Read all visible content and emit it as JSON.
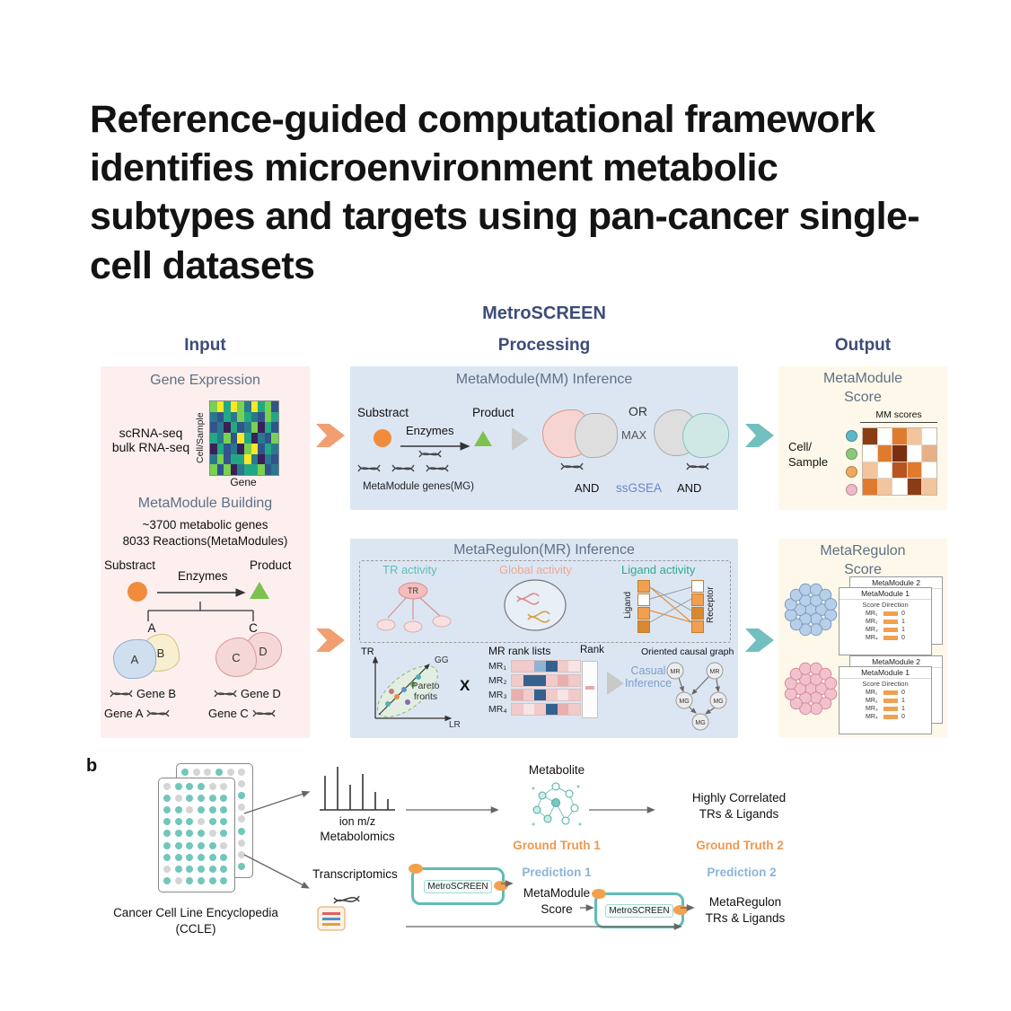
{
  "title": "Reference-guided computational framework\nidentifies microenvironment metabolic\nsubtypes and targets using pan-cancer single-\ncell datasets",
  "header": {
    "framework": "MetroSCREEN",
    "col_input": "Input",
    "col_processing": "Processing",
    "col_output": "Output"
  },
  "colors": {
    "navy": "#3d4c78",
    "panel_title": "#5e7086",
    "input_bg": "#fcefee",
    "processing_bg": "#dce6f3",
    "output_bg": "#fdf8e9",
    "arrow_orange": "#f19f72",
    "arrow_teal": "#72bfbf",
    "tr_activity": "#5fbdb5",
    "global_activity": "#f0a88c",
    "ligand_activity": "#2fa98c",
    "ssgsea_blue": "#6b86c8",
    "causal_blue": "#7ca0c8",
    "ground_truth_orange": "#f0974e",
    "prediction_blue": "#8cb4d8",
    "metroscreen_teal": "#5fbdb5",
    "well_teal": "#72c6ba",
    "well_gray": "#d5d5d5"
  },
  "input": {
    "gene_expression_title": "Gene Expression",
    "heatmap_y_label": "Cell/Sample",
    "heatmap_x_label": "Gene",
    "data_sources": "scRNA-seq\nbulk RNA-seq",
    "building_title": "MetaModule Building",
    "stat_genes": "~3700 metabolic genes",
    "stat_reactions": "8033 Reactions(MetaModules)",
    "substrate_label": "Substract",
    "enzymes_label": "Enzymes",
    "product_label": "Product",
    "branch_a": "A",
    "branch_c": "C",
    "blob_a": "A",
    "blob_b": "B",
    "blob_c": "C",
    "blob_d": "D",
    "gene_a": "Gene A",
    "gene_b": "Gene B",
    "gene_c": "Gene C",
    "gene_d": "Gene D",
    "heatmap": {
      "palette": [
        "#3b1f57",
        "#31548c",
        "#2a788e",
        "#22a884",
        "#7ad151",
        "#fde725"
      ],
      "rows": [
        "4535425341",
        "2132432143",
        "1203124031",
        "3241530214",
        "0312045132",
        "2413352021",
        "4140233412"
      ]
    }
  },
  "mm": {
    "title": "MetaModule(MM) Inference",
    "substrate_label": "Substract",
    "product_label": "Product",
    "enzymes_label": "Enzymes",
    "mg_label": "MetaModule genes(MG)",
    "or_label": "OR",
    "max_label": "MAX",
    "and_left": "AND",
    "ssgsea_label": "ssGSEA",
    "and_right": "AND"
  },
  "mr": {
    "title": "MetaRegulon(MR) Inference",
    "tr_activity": "TR activity",
    "global_activity": "Global activity",
    "ligand_activity": "Ligand activity",
    "tr_node": "TR",
    "ligand_label": "Ligand",
    "receptor_label": "Receptor",
    "axis_tr": "TR",
    "axis_gg": "GG",
    "axis_lr": "LR",
    "pareto_label": "Pareto\nfronts",
    "multiply": "X",
    "rank_lists_title": "MR rank lists",
    "rank_labels": [
      "MR₁",
      "MR₂",
      "MR₃",
      "MR₄"
    ],
    "rank_bars": [
      [
        "#f1caca",
        "#f1caca",
        "#8fb3d4",
        "#35618f",
        "#f1caca",
        "#f7e4e4"
      ],
      [
        "#f1caca",
        "#35618f",
        "#35618f",
        "#f1caca",
        "#e8afaf",
        "#f1caca"
      ],
      [
        "#e8afaf",
        "#f1caca",
        "#35618f",
        "#f1caca",
        "#f7e4e4",
        "#f1caca"
      ],
      [
        "#f1caca",
        "#f7e4e4",
        "#f1caca",
        "#35618f",
        "#e8afaf",
        "#f1caca"
      ]
    ],
    "rank_col_label": "Rank",
    "causal_label": "Casual\nInference",
    "graph_title": "Oriented causal graph",
    "graph_nodes": [
      "MR",
      "MR",
      "MG",
      "MG",
      "MG"
    ]
  },
  "out_mm": {
    "title": "MetaModule\nScore",
    "scores_label": "MM scores",
    "cell_sample_label": "Cell/\nSample",
    "row_dot_colors": [
      "#5bb8c8",
      "#8cc87c",
      "#f0a860",
      "#f0b8c8"
    ],
    "heatmap": [
      [
        "#8a3c14",
        "#ffffff",
        "#e07b2e",
        "#f2c59c",
        "#ffffff"
      ],
      [
        "#ffffff",
        "#e07b2e",
        "#7a3010",
        "#ffffff",
        "#e8b088"
      ],
      [
        "#f2c59c",
        "#ffffff",
        "#b85420",
        "#e07b2e",
        "#ffffff"
      ],
      [
        "#e07b2e",
        "#f2c59c",
        "#ffffff",
        "#8a3c14",
        "#f2c59c"
      ]
    ]
  },
  "out_mr": {
    "title": "MetaRegulon\nScore",
    "card_back_title": "MetaModule 2",
    "card_front_title": "MetaModule 1",
    "score_direction": "Score Direction",
    "rows": [
      {
        "label": "MR₁",
        "value": "0"
      },
      {
        "label": "MR₂",
        "value": "1"
      },
      {
        "label": "MR₃",
        "value": "1"
      },
      {
        "label": "MR₄",
        "value": "0"
      }
    ],
    "cluster_blue": {
      "fill": "#b8cfe8",
      "stroke": "#7a9cc4"
    },
    "cluster_pink": {
      "fill": "#f2c2cc",
      "stroke": "#d88a9c"
    }
  },
  "panel_b": {
    "label": "b",
    "ccle_caption": "Cancer Cell Line Encyclopedia\n(CCLE)",
    "ion_mz": "ion m/z",
    "metabolomics": "Metabolomics",
    "metabolite": "Metabolite",
    "ground_truth_1": "Ground Truth 1",
    "ground_truth_2": "Ground Truth 2",
    "highly_correlated": "Highly Correlated\nTRs & Ligands",
    "transcriptomics": "Transcriptomics",
    "metroscreen_pill_1": "MetroSCREEN",
    "metroscreen_pill_2": "MetroSCREEN",
    "prediction_1": "Prediction 1",
    "prediction_2": "Prediction 2",
    "metamodule_score": "MetaModule\nScore",
    "metaregulon_result": "MetaRegulon\nTRs & Ligands"
  }
}
